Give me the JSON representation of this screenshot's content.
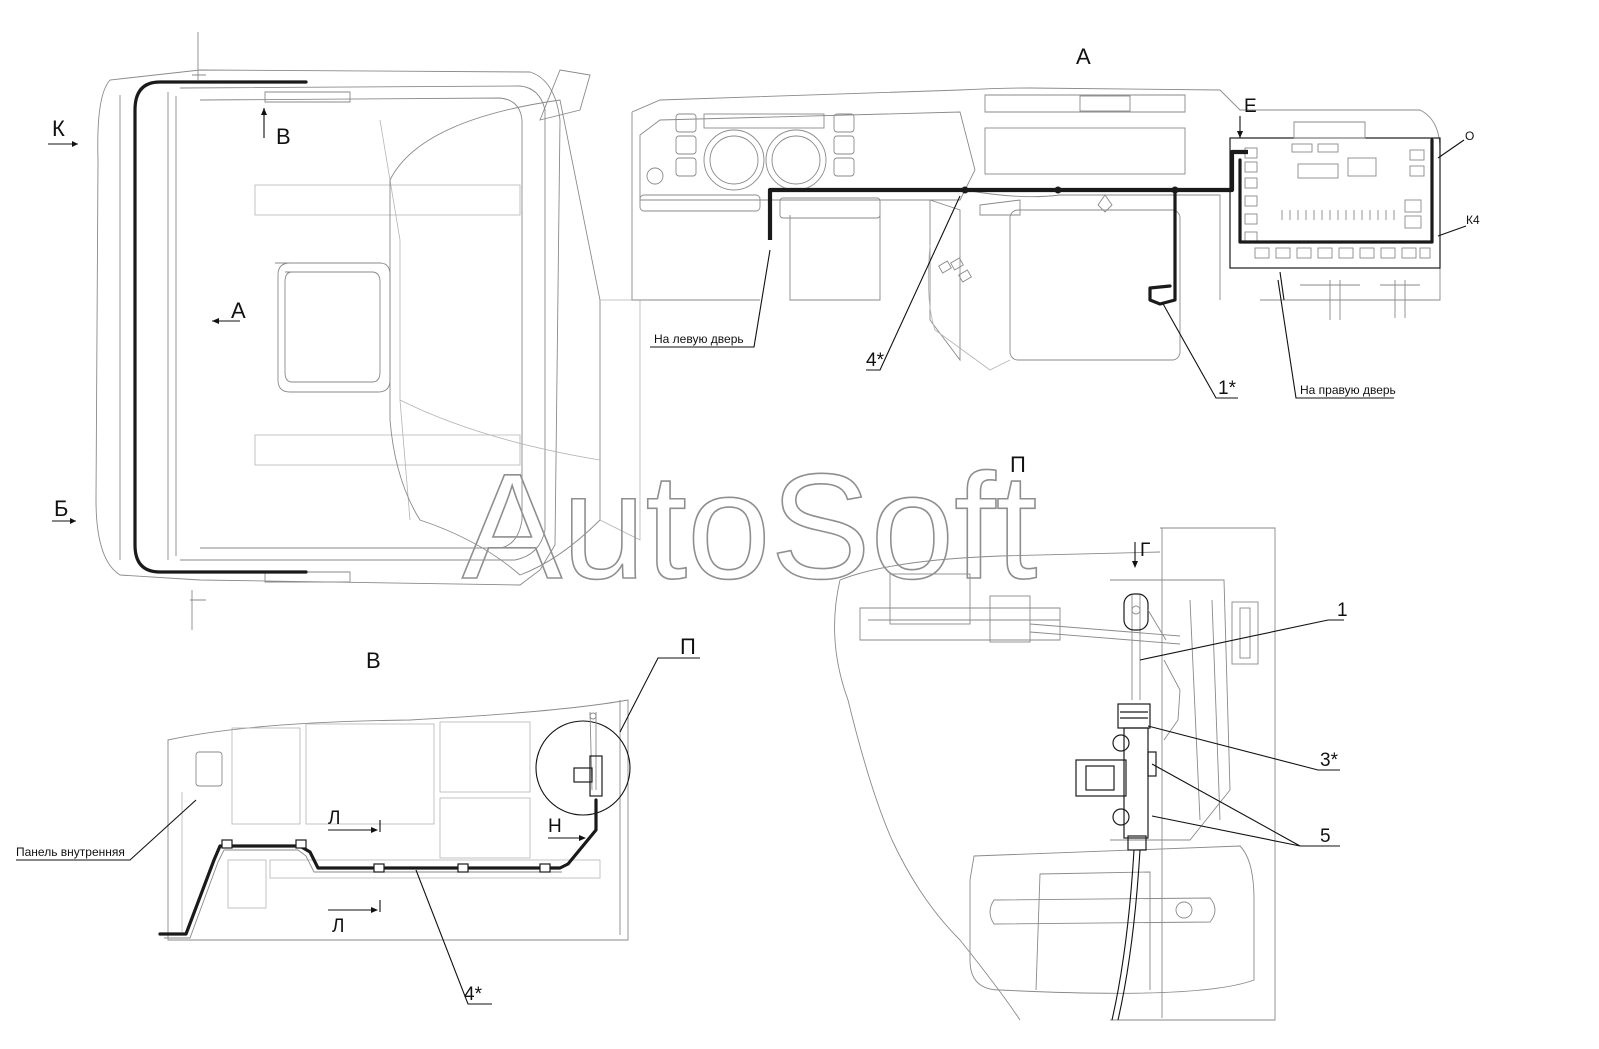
{
  "watermark": "AutoSoft",
  "views": {
    "top": {
      "arrow_k": "К",
      "arrow_v": "В",
      "arrow_a": "А",
      "arrow_b": "Б"
    },
    "view_a": {
      "title": "А",
      "arrow_e": "Е",
      "callout_left_door": "На левую дверь",
      "callout_right_door": "На правую дверь",
      "callout_4": "4*",
      "callout_1": "1*",
      "side_o": "О",
      "side_k4": "К4"
    },
    "view_v": {
      "title": "В",
      "section_l_top": "Л",
      "section_l_bottom": "Л",
      "arrow_n": "Н",
      "detail_p": "П",
      "callout_panel": "Панель внутренняя",
      "callout_4": "4*"
    },
    "view_p": {
      "title": "П",
      "arrow_g": "Г",
      "callout_1": "1",
      "callout_3": "3*",
      "callout_5": "5"
    }
  }
}
